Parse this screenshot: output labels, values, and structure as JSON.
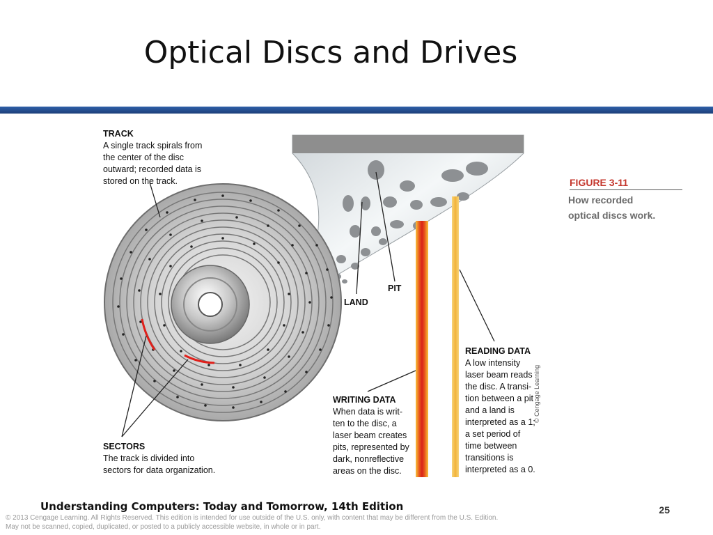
{
  "slide": {
    "title": "Optical Discs and Drives",
    "footer_title": "Understanding Computers: Today and Tomorrow, 14th Edition",
    "page_number": "25",
    "copyright": "© 2013 Cengage Learning. All Rights Reserved. This edition is intended for use outside of the U.S. only, with content that may be different from the U.S. Edition.\nMay not be scanned, copied, duplicated, or posted to a publicly accessible website, in whole or in part."
  },
  "figure": {
    "number_label": "FIGURE",
    "number": "3-11",
    "caption": "How recorded\noptical discs work.",
    "credit": "© Cengage Learning"
  },
  "labels": {
    "track": {
      "heading": "TRACK",
      "body": "A single track spirals from\nthe center of the disc\noutward; recorded data is\nstored on the track."
    },
    "sectors": {
      "heading": "SECTORS",
      "body": "The track is divided into\nsectors for data organization."
    },
    "pit": "PIT",
    "land": "LAND",
    "writing": {
      "heading": "WRITING DATA",
      "body": "When data is writ-\nten to the disc, a\nlaser beam creates\npits, represented by\ndark, nonreflective\nareas on the disc."
    },
    "reading": {
      "heading": "READING DATA",
      "body": "A low intensity\nlaser beam reads\nthe disc. A transi-\ntion between a pit\nand a land is\ninterpreted as a 1;\na set period of\ntime between\ntransitions is\ninterpreted as a 0."
    }
  },
  "colors": {
    "rule": "#1d3f7a",
    "figure_red": "#c4372d",
    "sector_red": "#e0201b",
    "write_beam": "#e8531b",
    "read_beam": "#f2b33a"
  }
}
